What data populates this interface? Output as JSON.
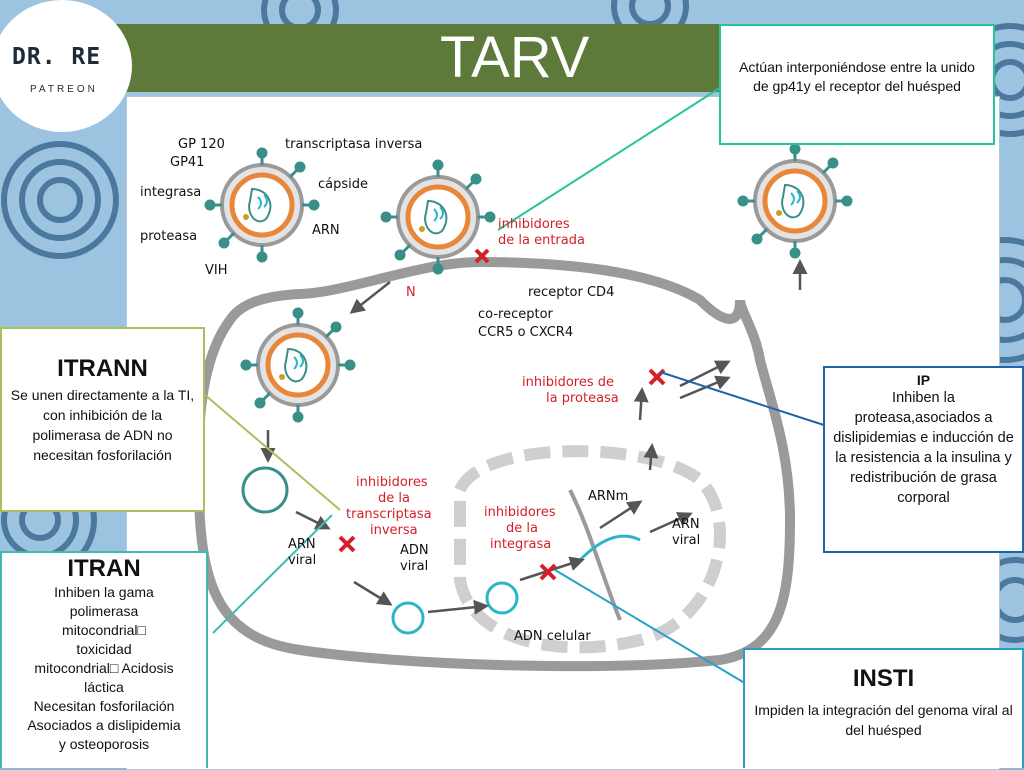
{
  "header": {
    "title": "TARV"
  },
  "logo": {
    "name": "DR. RE",
    "sub": "PATREON"
  },
  "boxes": {
    "top": {
      "text": "Actúan interponiéndose entre la unido de gp41y el receptor del huésped"
    },
    "itrann": {
      "title": "ITRANN",
      "text": "Se unen directamente a la TI, con inhibición de la polimerasa de ADN no necesitan fosforilación"
    },
    "itran": {
      "title": "ITRAN",
      "lines": [
        "Inhiben la gama",
        "polimerasa",
        "mitocondrial□",
        "toxicidad",
        "mitocondrial□ Acidosis",
        "láctica",
        "Necesitan fosforilación",
        "Asociados a dislipidemia",
        "y osteoporosis"
      ]
    },
    "ip": {
      "title": "IP",
      "text": "Inhiben la proteasa,asociados a dislipidemias e inducción de la resistencia a la insulina y redistribución de grasa corporal"
    },
    "insti": {
      "title": "INSTI",
      "text": "Impiden la integración del genoma viral al del huésped"
    }
  },
  "diagram": {
    "virion_labels": {
      "gp120": "GP 120",
      "gp41": "GP41",
      "integrasa": "integrasa",
      "proteasa": "proteasa",
      "ti": "transcriptasa inversa",
      "capside": "cápside",
      "arn": "ARN",
      "vih": "VIH"
    },
    "receptor": "receptor CD4",
    "coreceptor_l1": "co-receptor",
    "coreceptor_l2": "CCR5 o CXCR4",
    "inh_entrada_l1": "inhibidores",
    "inh_entrada_l2": "de la entrada",
    "inh_proteasa_l1": "inhibidores de",
    "inh_proteasa_l2": "la proteasa",
    "inh_ti_l1": "inhibidores",
    "inh_ti_l2": "de la",
    "inh_ti_l3": "transcriptasa",
    "inh_ti_l4": "inversa",
    "inh_integrasa_l1": "inhibidores",
    "inh_integrasa_l2": "de la",
    "inh_integrasa_l3": "integrasa",
    "arn_viral_l1": "ARN",
    "arn_viral_l2": "viral",
    "adn_viral_l1": "ADN",
    "adn_viral_l2": "viral",
    "arnm": "ARNm",
    "arn_viral2_l1": "ARN",
    "arn_viral2_l2": "viral",
    "adn_celular": "ADN celular",
    "cd4_mark": "N"
  },
  "colors": {
    "header": "#5d7a3a",
    "background": "#8fb7d6",
    "pattern": "#3e6c93",
    "inhibitor_red": "#d4202a",
    "membrane": "#9a9a9a",
    "capsid": "#e8873a",
    "teal": "#3a8f88"
  }
}
